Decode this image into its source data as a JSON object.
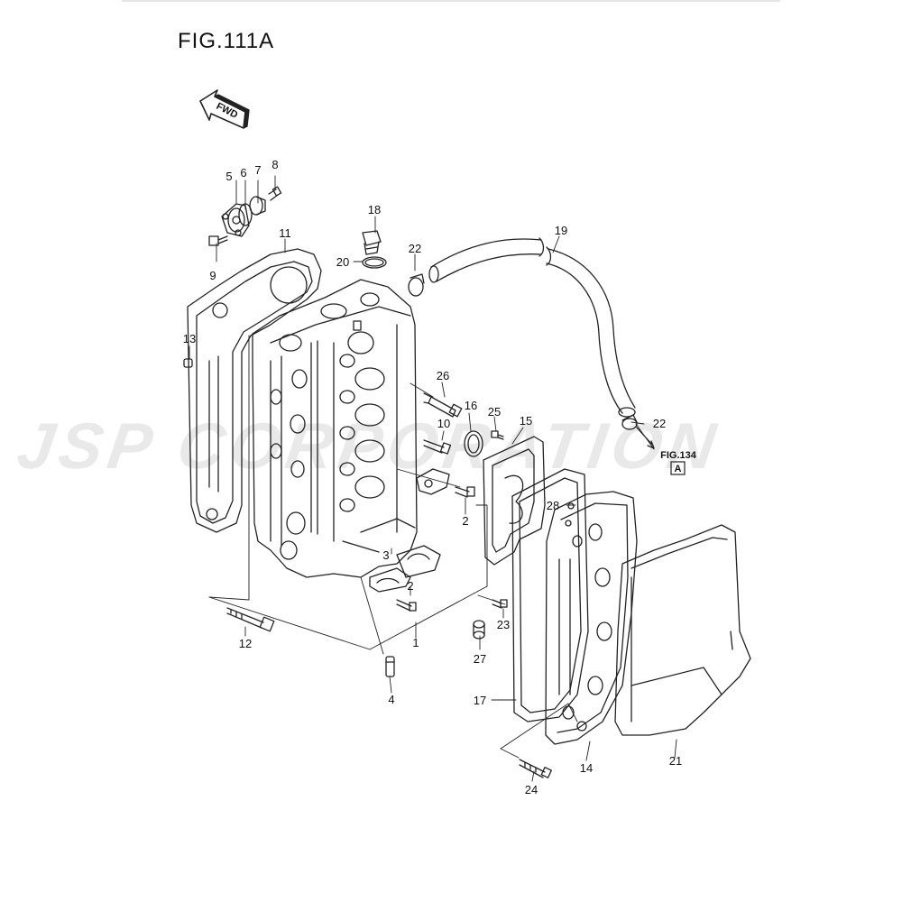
{
  "figure": {
    "title": "FIG.111A",
    "fwd_label": "FWD",
    "reference_label": "FIG.134",
    "reference_box": "A"
  },
  "watermark": "JSP CORPORATION",
  "callouts": [
    "1",
    "2",
    "2",
    "2",
    "3",
    "4",
    "5",
    "6",
    "7",
    "8",
    "9",
    "10",
    "11",
    "12",
    "13",
    "14",
    "15",
    "16",
    "17",
    "18",
    "19",
    "20",
    "21",
    "22",
    "22",
    "23",
    "24",
    "25",
    "26",
    "27",
    "28"
  ]
}
